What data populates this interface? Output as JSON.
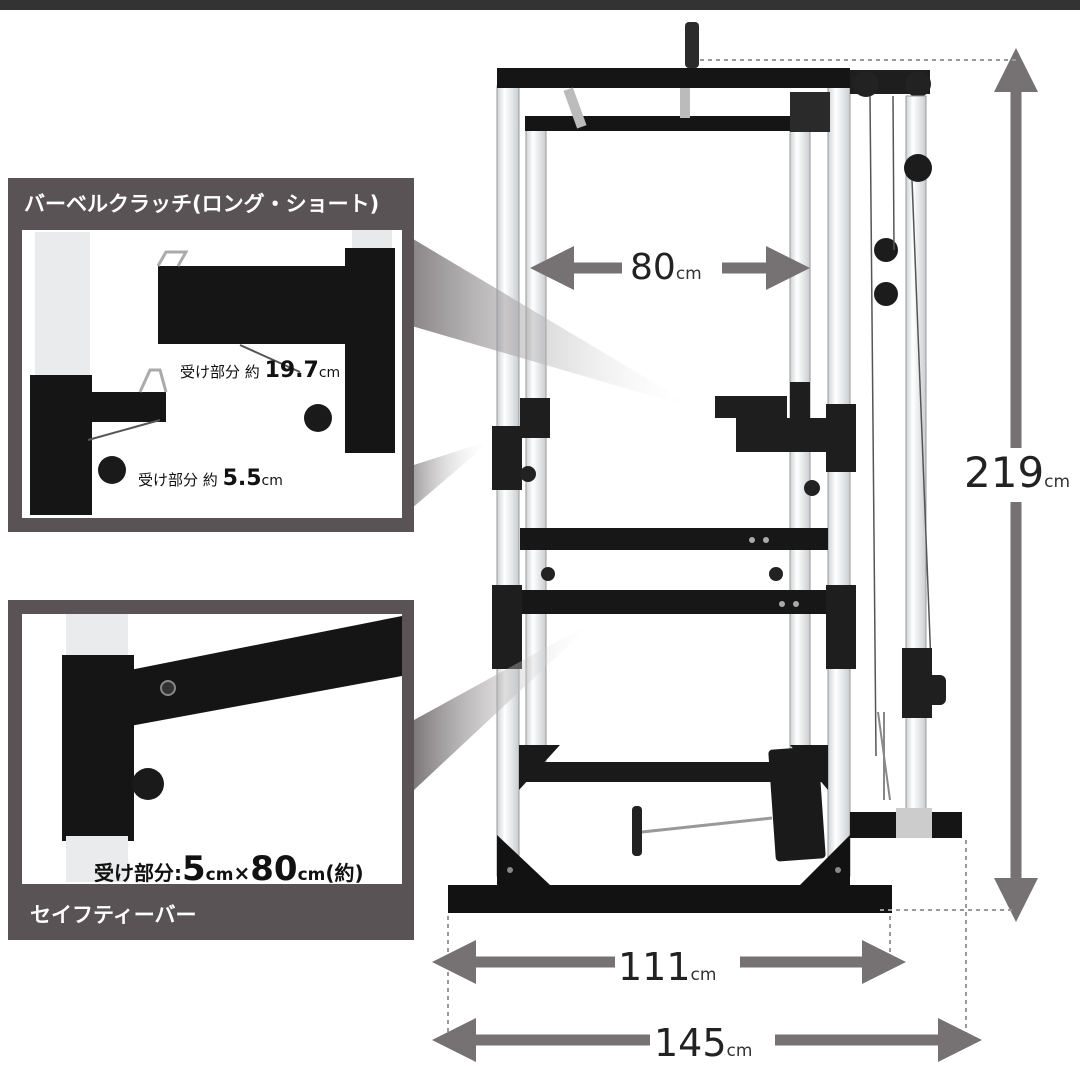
{
  "dimensions": {
    "width_inner": {
      "value": "80",
      "unit": "cm"
    },
    "height": {
      "value": "219",
      "unit": "cm"
    },
    "base_inner": {
      "value": "111",
      "unit": "cm"
    },
    "base_outer": {
      "value": "145",
      "unit": "cm"
    }
  },
  "clutch_panel": {
    "title": "バーベルクラッチ(ロング・ショート)",
    "long": {
      "label": "受け部分 約",
      "value": "19.7",
      "unit": "cm"
    },
    "short": {
      "label": "受け部分 約",
      "value": "5.5",
      "unit": "cm"
    }
  },
  "safety_panel": {
    "title": "セイフティーバー",
    "spec": {
      "label": "受け部分:",
      "v1": "5",
      "u1": "cm",
      "sep": "×",
      "v2": "80",
      "u2": "cm",
      "suffix": "(約)"
    }
  },
  "colors": {
    "panel_bg": "#5a5356",
    "frame_black": "#141414",
    "upright_silver": "#eceeef",
    "arrow_gray": "#767274"
  }
}
